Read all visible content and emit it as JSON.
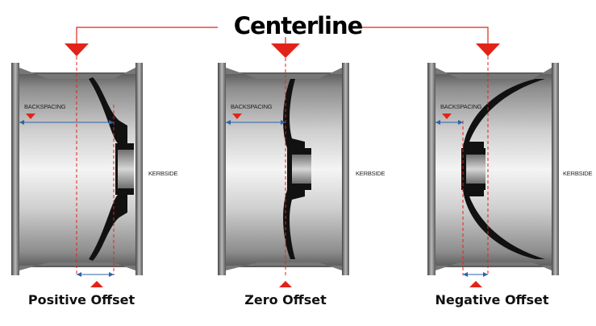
{
  "title": "Centerline",
  "wheels": [
    {
      "caption": "Positive Offset",
      "backspacing_label": "BACKSPACING",
      "kerbside_label": "KERBSIDE"
    },
    {
      "caption": "Zero Offset",
      "backspacing_label": "BACKSPACING",
      "kerbside_label": "KERBSIDE"
    },
    {
      "caption": "Negative Offset",
      "backspacing_label": "BACKSPACING",
      "kerbside_label": "KERBSIDE"
    }
  ],
  "colors": {
    "accent": "#e2231a",
    "dimension": "#2a63a8",
    "spoke": "#111111"
  }
}
